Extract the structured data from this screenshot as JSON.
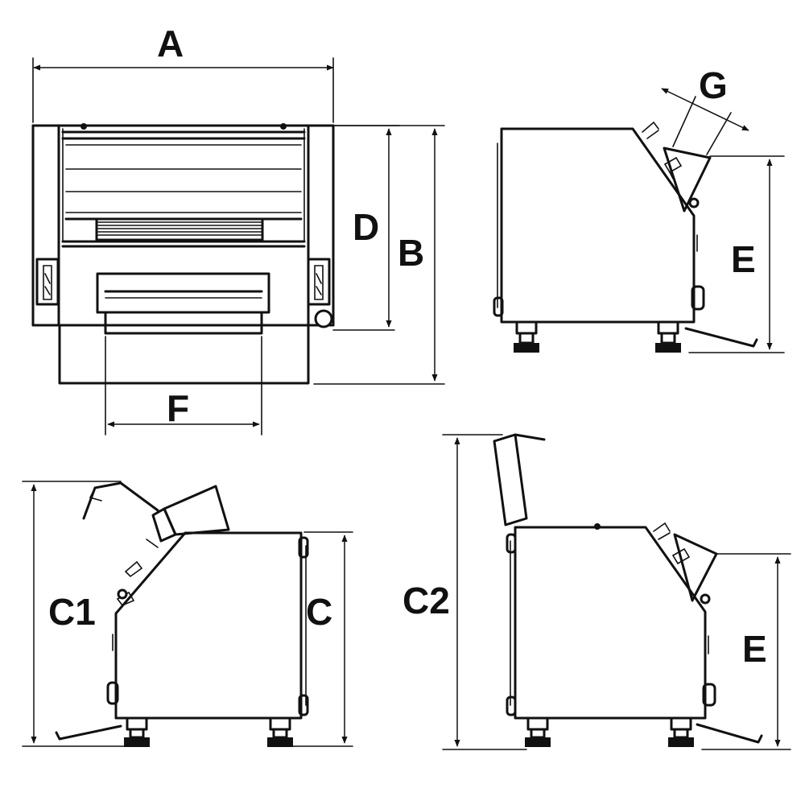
{
  "figure": {
    "description_free": true,
    "views": {
      "front": {
        "labels": {
          "width": "A",
          "height_total": "B",
          "height_upper": "D",
          "opening_width": "F"
        }
      },
      "side_right": {
        "labels": {
          "chute": "G",
          "height_feed": "E"
        }
      },
      "side_open": {
        "labels": {
          "height_open": "C1",
          "height_body": "C"
        }
      },
      "side_lid": {
        "labels": {
          "height_lid": "C2",
          "height_feed": "E"
        }
      }
    }
  }
}
